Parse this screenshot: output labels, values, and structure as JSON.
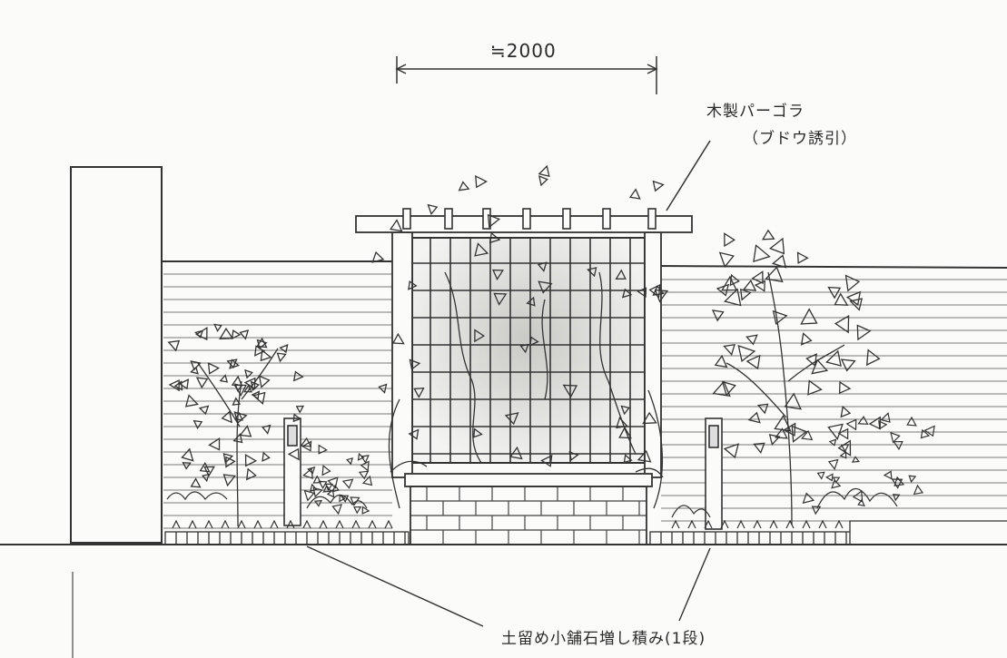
{
  "drawing": {
    "dimension_label": "≒2000",
    "pergola_label": "木製パーゴラ",
    "pergola_sublabel": "（ブドウ誘引）",
    "paving_label": "土留め小舗石増し積み(1段)"
  },
  "colors": {
    "ink": "#333333",
    "paper": "#fbfbf9",
    "shade": "#d9d9d6"
  }
}
